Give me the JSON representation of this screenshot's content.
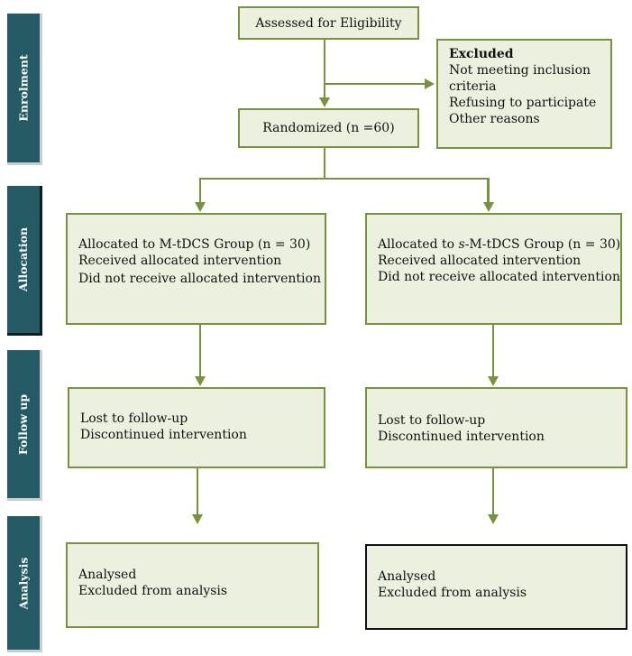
{
  "stages": {
    "enrolment": "Enrolment",
    "allocation": "Allocation",
    "follow_up": "Follow up",
    "analysis": "Analysis"
  },
  "enrolment": {
    "assessed": "Assessed for Eligibility",
    "randomized": "Randomized (n =60)",
    "excluded": {
      "title": "Excluded",
      "lines": [
        "Not meeting inclusion",
        "criteria",
        "Refusing to participate",
        "Other reasons"
      ]
    }
  },
  "left_arm": {
    "allocation": {
      "group": "Allocated to M-tDCS Group (n = 30)",
      "received": "Received allocated intervention",
      "not_received": "Did not receive allocated intervention"
    },
    "follow_up": {
      "lost": "Lost to follow-up",
      "discontinued": "Discontinued intervention"
    },
    "analysis": {
      "analysed": "Analysed",
      "excluded": "Excluded from analysis"
    }
  },
  "right_arm": {
    "allocation": {
      "group_prefix": "Allocated to ",
      "group_italic": "s",
      "group_rest": "-M-tDCS Group (n = 30)",
      "received": "Received allocated intervention",
      "not_received": "Did not receive allocated intervention"
    },
    "follow_up": {
      "lost": "Lost to follow-up",
      "discontinued": "Discontinued intervention"
    },
    "analysis": {
      "analysed": "Analysed",
      "excluded": "Excluded from analysis"
    }
  },
  "colors": {
    "box_fill": "#ebf1de",
    "box_border": "#77933c",
    "stage_tab": "#245a63",
    "highlight_border": "#111111"
  }
}
